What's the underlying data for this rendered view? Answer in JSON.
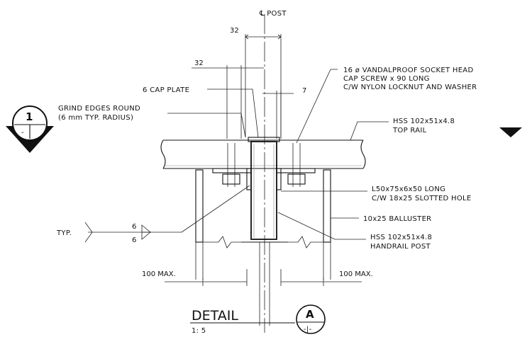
{
  "title": "DETAIL",
  "scale": "1: 5",
  "section_bubble": {
    "number": "1",
    "sheet": "-"
  },
  "detail_bubble": {
    "letter": "A",
    "sheet": "-|-"
  },
  "centerline_label": "℄ POST",
  "dimensions": {
    "top_32": "32",
    "mid_32": "32",
    "gap_7": "7",
    "left_max": "100 MAX.",
    "right_max": "100 MAX."
  },
  "labels": {
    "cap_plate": "6 CAP PLATE",
    "grind_1": "GRIND EDGES ROUND",
    "grind_2": "(6 mm TYP. RADIUS)",
    "screw_1": "16 ø VANDALPROOF SOCKET HEAD",
    "screw_2": "CAP SCREW x 90 LONG",
    "screw_3": "C/W NYLON LOCKNUT AND WASHER",
    "toprail_1": "HSS 102x51x4.8",
    "toprail_2": "TOP RAIL",
    "angle_1": "L50x75x6x50 LONG",
    "angle_2": "C/W 18x25 SLOTTED HOLE",
    "baluster": "10x25 BALLUSTER",
    "post_1": "HSS 102x51x4.8",
    "post_2": "HANDRAIL POST",
    "typ": "TYP.",
    "weld_top": "6",
    "weld_bottom": "6"
  }
}
